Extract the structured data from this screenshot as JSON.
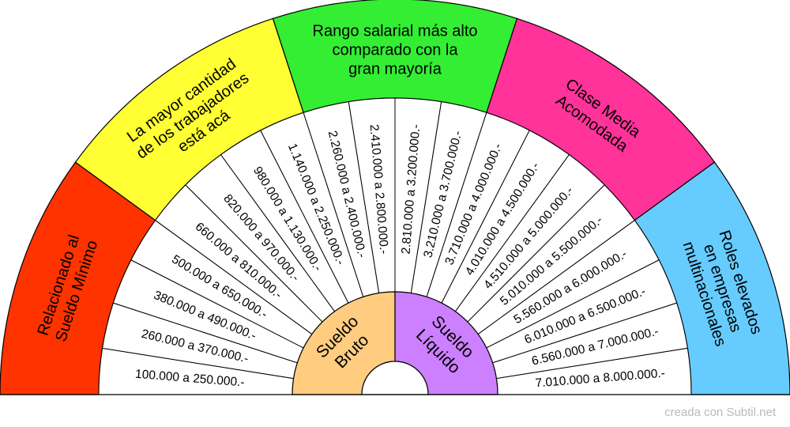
{
  "categories": [
    {
      "lines": [
        "Relacionado al",
        "Sueldo Mínimo"
      ],
      "color": "#ff3300"
    },
    {
      "lines": [
        "La mayor cantidad",
        "de los trabajadores",
        "está acá"
      ],
      "color": "#ffff33"
    },
    {
      "lines": [
        "Rango salarial más alto",
        "comparado con la",
        "gran mayoría"
      ],
      "color": "#33ee33"
    },
    {
      "lines": [
        "Clase Media",
        "Acomodada"
      ],
      "color": "#ff3399"
    },
    {
      "lines": [
        "Roles elevados",
        "en empresas",
        "multinacionales"
      ],
      "color": "#66ccff"
    }
  ],
  "ranges": [
    "100.000 a 250.000.-",
    "260.000 a 370.000.-",
    "380.000 a 490.000.-",
    "500.000 a 650.000.-",
    "660.000 a 810.000.-",
    "820.000 a 970.000.-",
    "980.000 a 1.130.000.-",
    "1.140.000 a 2.250.000.-",
    "2.260.000 a 2.400.000.-",
    "2.410.000 a 2.800.000.-",
    "2.810.000 a 3.200.000.-",
    "3.210.000 a 3.700.000.-",
    "3.710.000 a 4.000.000.-",
    "4.010.000 a 4.500.000.-",
    "4.510.000 a 5.000.000.-",
    "5.010.000 a 5.500.000.-",
    "5.560.000 a 6.000.000.-",
    "6.010.000 a 6.500.000.-",
    "6.560.000 a 7.000.000.-",
    "7.010.000 a 8.000.000.-"
  ],
  "hub": [
    {
      "lines": [
        "Sueldo",
        "Bruto"
      ],
      "color": "#ffcc80"
    },
    {
      "lines": [
        "Sueldo",
        "Líquido"
      ],
      "color": "#cc80ff"
    }
  ],
  "credit": "creada con Subtil.net"
}
